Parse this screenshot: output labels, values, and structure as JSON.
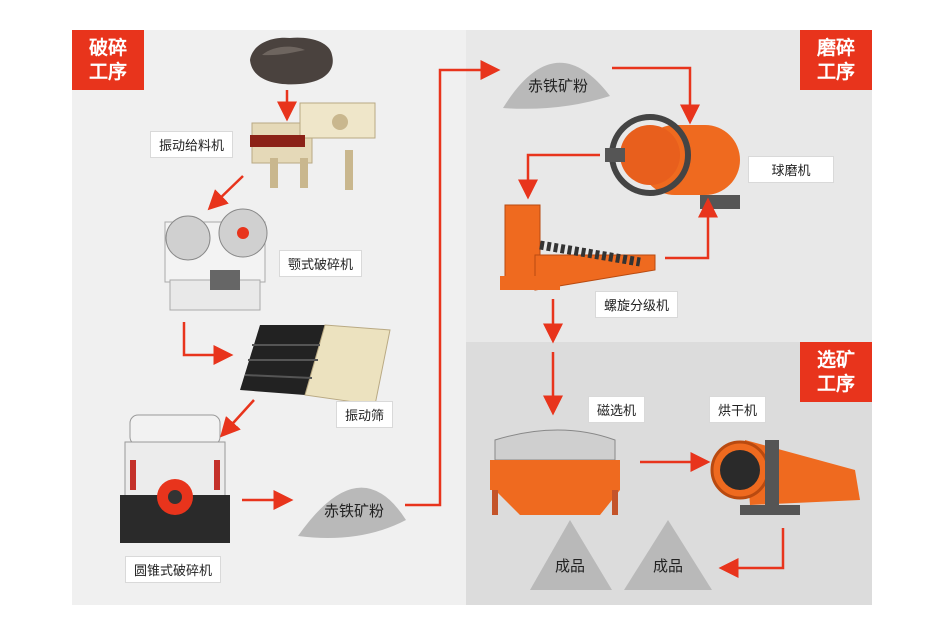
{
  "stages": {
    "crushing": "破碎\n工序",
    "grinding": "磨碎\n工序",
    "separation": "选矿\n工序"
  },
  "machines": {
    "vibrating_feeder": "振动给料机",
    "jaw_crusher": "颚式破碎机",
    "vibrating_screen": "振动筛",
    "cone_crusher": "圆锥式破碎机",
    "ball_mill": "球磨机",
    "spiral_classifier": "螺旋分级机",
    "magnetic_separator": "磁选机",
    "dryer": "烘干机"
  },
  "materials": {
    "hematite_powder_1": "赤铁矿粉",
    "hematite_powder_2": "赤铁矿粉",
    "product_1": "成品",
    "product_2": "成品"
  },
  "colors": {
    "accent_red": "#e8341c",
    "machine_orange": "#ef6a1f",
    "panel_light": "#f0f0f0",
    "panel_mid": "#e6e6e6",
    "panel_dark": "#dcdcdc",
    "heap_gray": "#b9b9b9"
  }
}
